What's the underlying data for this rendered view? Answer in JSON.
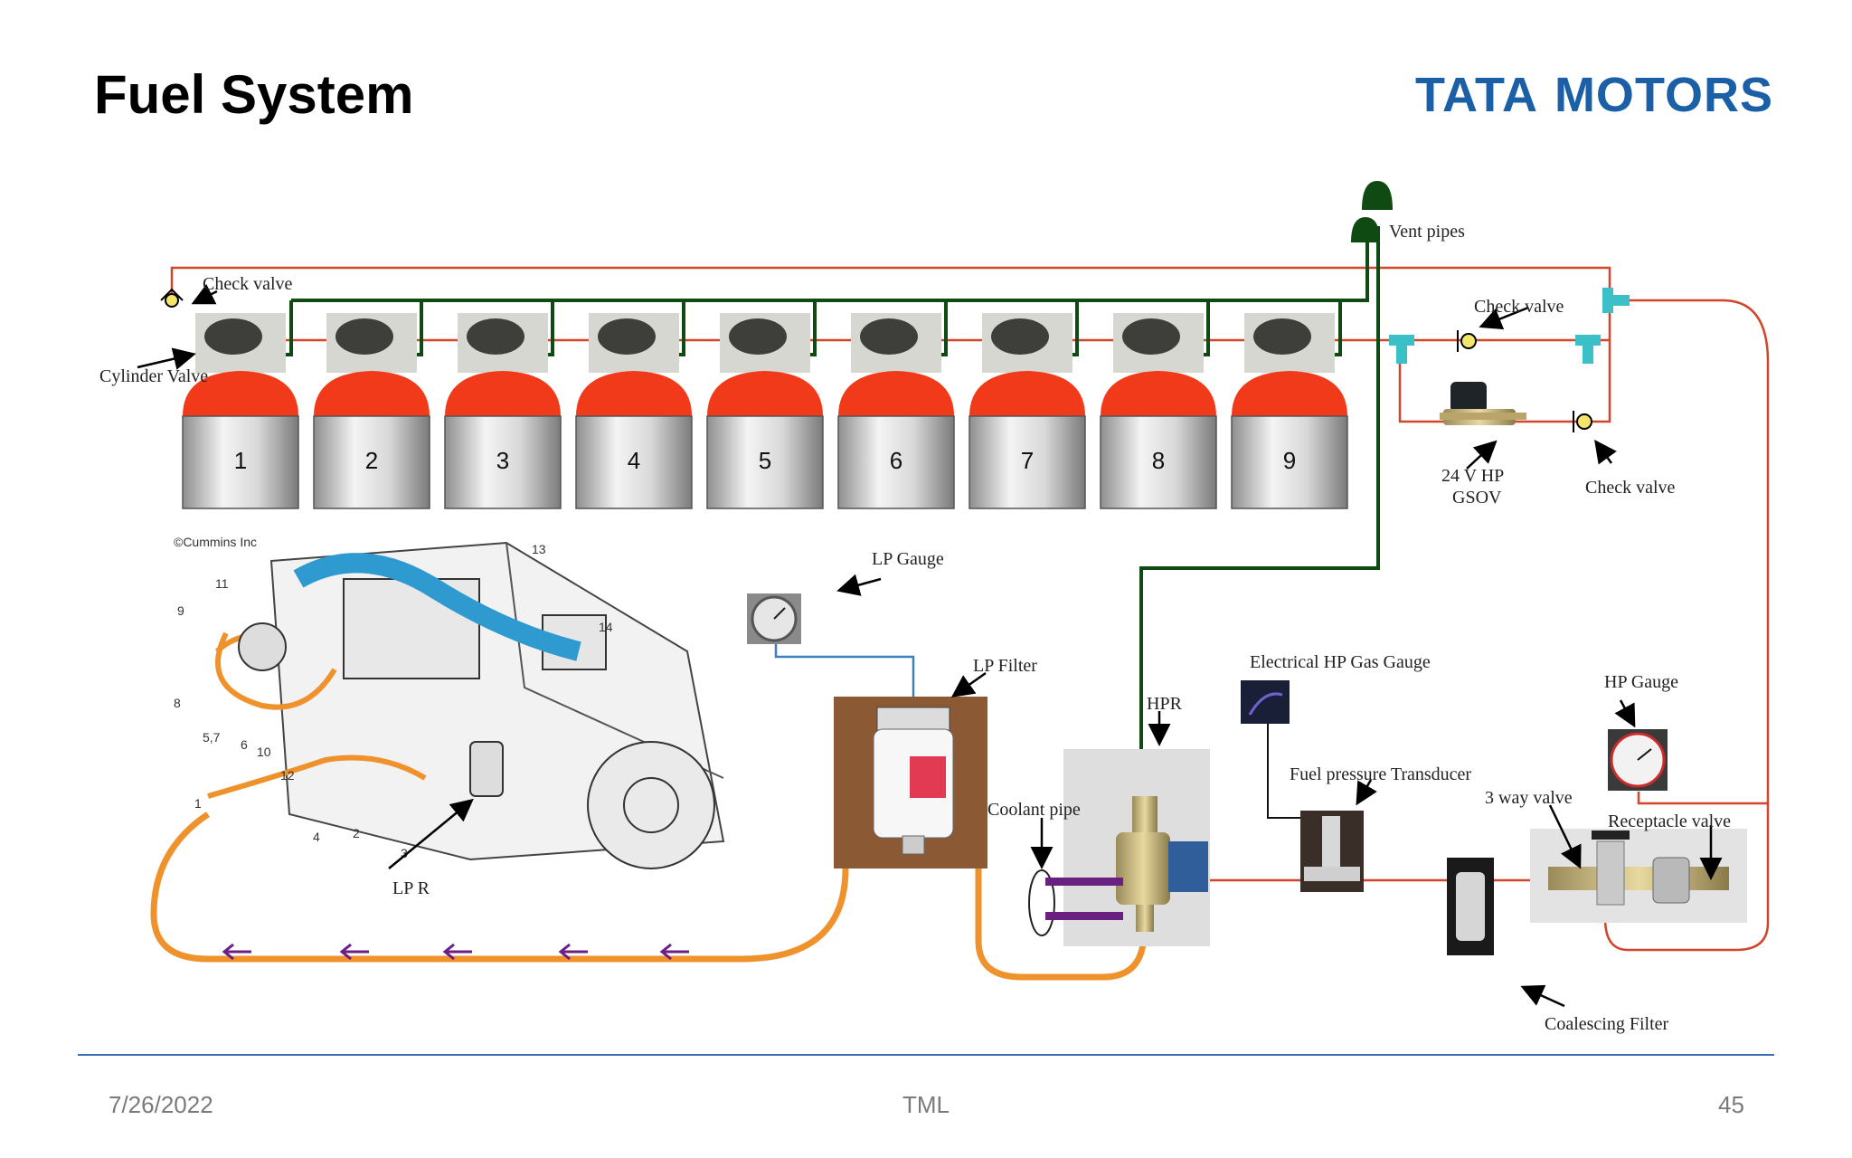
{
  "header": {
    "title": "Fuel System",
    "brand": [
      "TATA",
      "MOTORS"
    ]
  },
  "footer": {
    "date": "7/26/2022",
    "center": "TML",
    "page": "45"
  },
  "cylinders": [
    "1",
    "2",
    "3",
    "4",
    "5",
    "6",
    "7",
    "8",
    "9"
  ],
  "engine_numbers": [
    "11",
    "9",
    "8",
    "5,7",
    "6",
    "10",
    "12",
    "1",
    "4",
    "2",
    "3",
    "13",
    "14"
  ],
  "labels": {
    "check_valve_left": "Check valve",
    "cylinder_valve": "Cylinder Valve",
    "vent_pipes": "Vent pipes",
    "check_valve_right_top": "Check valve",
    "gsov_line1": "24 V  HP",
    "gsov_line2": "GSOV",
    "check_valve_right_bottom": "Check valve",
    "lp_gauge": "LP Gauge",
    "lp_filter": "LP Filter",
    "hpr": "HPR",
    "electrical_hp_gas_gauge": "Electrical HP Gas Gauge",
    "hp_gauge": "HP Gauge",
    "fuel_pressure_transducer": "Fuel pressure Transducer",
    "three_way_valve": "3 way valve",
    "receptacle_valve": "Receptacle valve",
    "coolant_pipe": "Coolant pipe",
    "lp_r": "LP R",
    "coalescing_filter": "Coalescing  Filter"
  },
  "colors": {
    "hp_line": "#d2452a",
    "vent_line": "#0f4a12",
    "lp_line": "#f0922c",
    "lp_gauge_line": "#3f7fc0",
    "cylinder_top": "#f03a1a",
    "fitting": "#3cc0c8",
    "arrow": "#6b1e86",
    "brand": "#1b5fa6",
    "footer_line": "#3a6fb5"
  }
}
